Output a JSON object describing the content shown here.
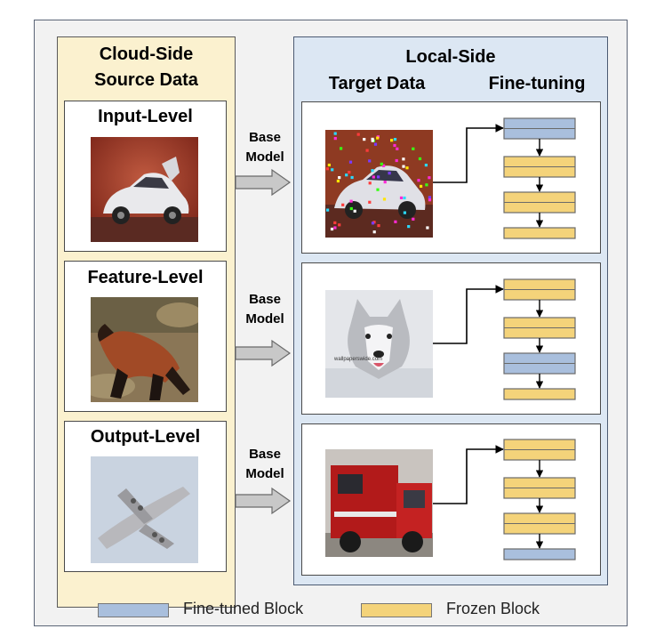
{
  "cloud_side": {
    "title_line1": "Cloud-Side",
    "title_line2": "Source Data",
    "levels": [
      {
        "label": "Input-Level",
        "image": "car-image"
      },
      {
        "label": "Feature-Level",
        "image": "animal-image"
      },
      {
        "label": "Output-Level",
        "image": "airplane-image"
      }
    ]
  },
  "base_model": {
    "line1": "Base",
    "line2": "Model"
  },
  "local_side": {
    "title": "Local-Side",
    "target_label": "Target Data",
    "finetune_label": "Fine-tuning",
    "rows": [
      {
        "image": "noisy-car-image",
        "blocks": [
          "fine-tuned",
          "frozen",
          "frozen",
          "frozen"
        ]
      },
      {
        "image": "wolf-image",
        "watermark": "wallpaperswide.com",
        "blocks": [
          "frozen",
          "frozen",
          "fine-tuned",
          "frozen"
        ]
      },
      {
        "image": "fire-truck-image",
        "blocks": [
          "frozen",
          "frozen",
          "frozen",
          "fine-tuned"
        ]
      }
    ]
  },
  "legend": {
    "fine_tuned_label": "Fine-tuned Block",
    "frozen_label": "Frozen Block"
  },
  "colors": {
    "fine_tuned": "#a9bfdd",
    "frozen": "#f4d37a",
    "cloud_bg": "#fbf1cf",
    "local_bg": "#dce7f3"
  }
}
